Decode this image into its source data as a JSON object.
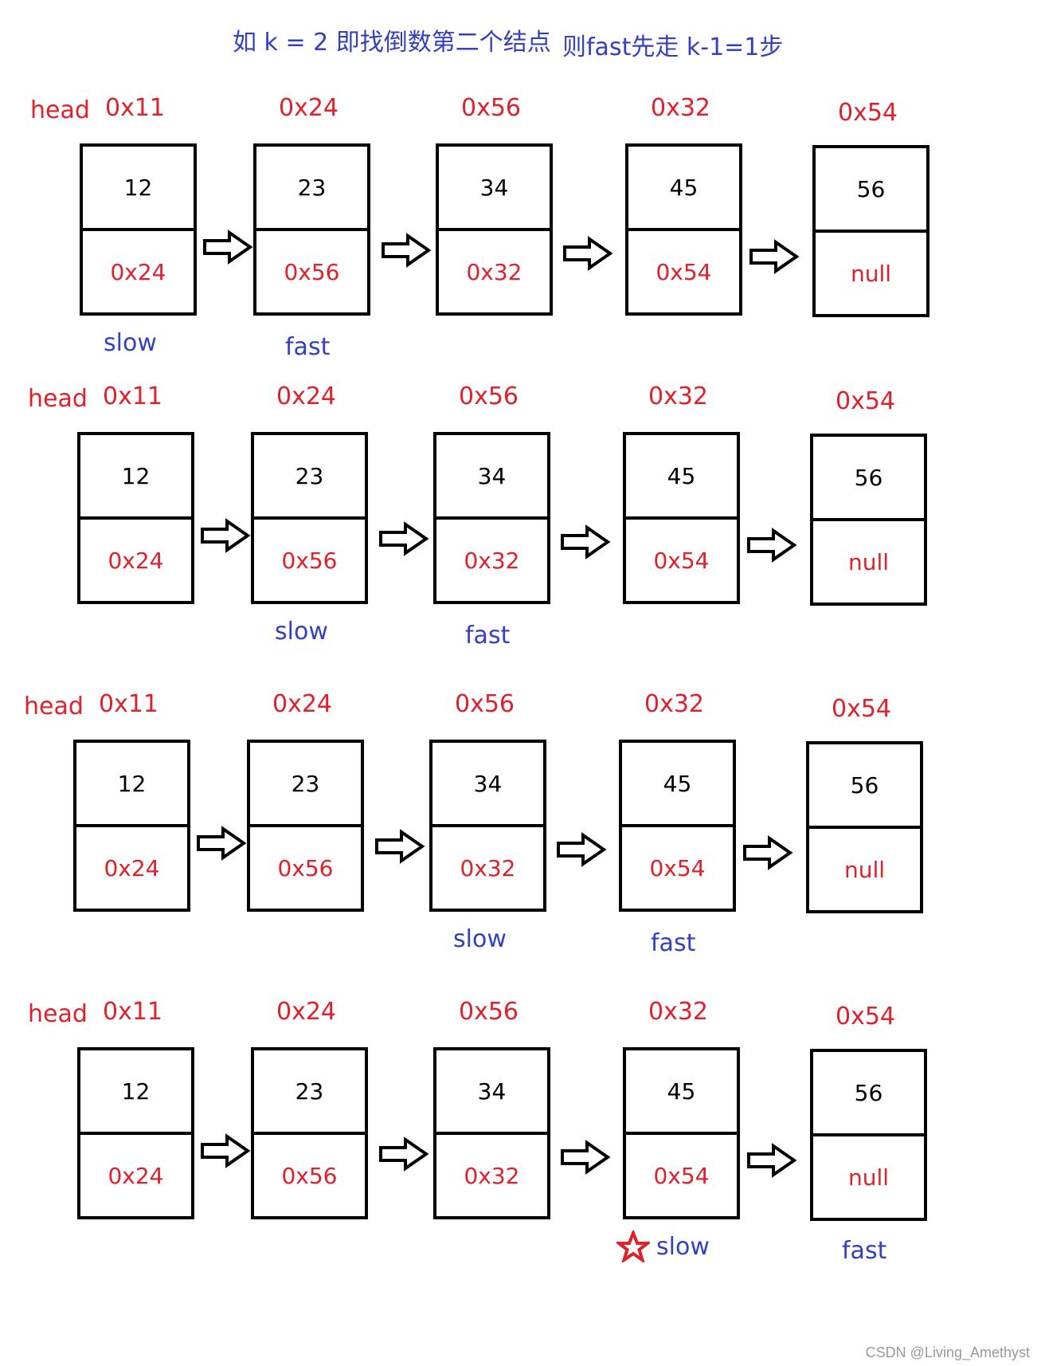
{
  "caption": {
    "condition": "如 k = 2  即找倒数第二个结点",
    "rule": "则fast先走 k-1=1步"
  },
  "head_label": "head",
  "nodes": [
    {
      "addr": "0x11",
      "value": "12",
      "next": "0x24"
    },
    {
      "addr": "0x24",
      "value": "23",
      "next": "0x56"
    },
    {
      "addr": "0x56",
      "value": "34",
      "next": "0x32"
    },
    {
      "addr": "0x32",
      "value": "45",
      "next": "0x54"
    },
    {
      "addr": "0x54",
      "value": "56",
      "next": "null"
    }
  ],
  "pointers": {
    "slow": "slow",
    "fast": "fast"
  },
  "steps": [
    {
      "slow_node": 0,
      "fast_node": 1
    },
    {
      "slow_node": 1,
      "fast_node": 2
    },
    {
      "slow_node": 2,
      "fast_node": 3
    },
    {
      "slow_node": 3,
      "fast_node": 4,
      "marked": true
    }
  ],
  "colors": {
    "address": "#e0202a",
    "pointer": "#3340c0",
    "star": "#e0202a"
  },
  "icons": {
    "arrow": "right-arrow-icon",
    "marker": "star-icon"
  },
  "watermark": "CSDN @Living_Amethyst"
}
